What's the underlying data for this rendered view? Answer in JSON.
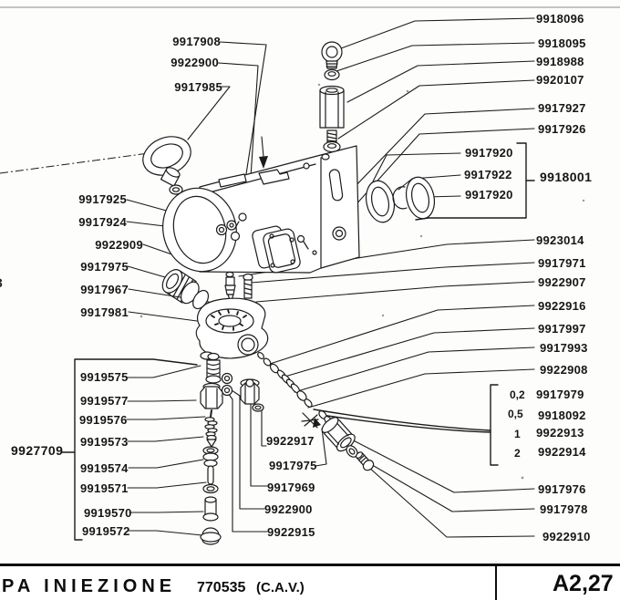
{
  "footer": {
    "title": "PA INIEZIONE",
    "code": "770535",
    "standard": "(C.A.V.)",
    "page_ref": "A2,27"
  },
  "edge_fragment": "3",
  "labels": {
    "top_left": [
      "9917908",
      "9922900",
      "9917985"
    ],
    "mid_left": [
      "9917925",
      "9917924",
      "9922909",
      "9917975",
      "9917967",
      "9917981"
    ],
    "valve_group": {
      "group_number": "9927709",
      "items": [
        "9919575",
        "9919577",
        "9919576",
        "9919573",
        "9919574",
        "9919571",
        "9919570",
        "9919572"
      ]
    },
    "bottom_middle": [
      "9922917",
      "9917975",
      "9917969",
      "9922900",
      "9922915"
    ],
    "top_right": [
      "9918096",
      "9918095",
      "9918988",
      "9920107",
      "9917927",
      "9917926"
    ],
    "seal_group": {
      "group_number": "9918001",
      "items": [
        "9917920",
        "9917922",
        "9917920"
      ]
    },
    "mid_right": [
      "9923014",
      "9917971",
      "9922907",
      "9922916",
      "9917997",
      "9917993",
      "9922908"
    ],
    "shim_group": [
      {
        "qty": "0,2",
        "part": "9917979"
      },
      {
        "qty": "0,5",
        "part": "9918092"
      },
      {
        "qty": "1",
        "part": "9922913"
      },
      {
        "qty": "2",
        "part": "9922914"
      }
    ],
    "bottom_right": [
      "9917976",
      "9917978",
      "9922910"
    ]
  }
}
